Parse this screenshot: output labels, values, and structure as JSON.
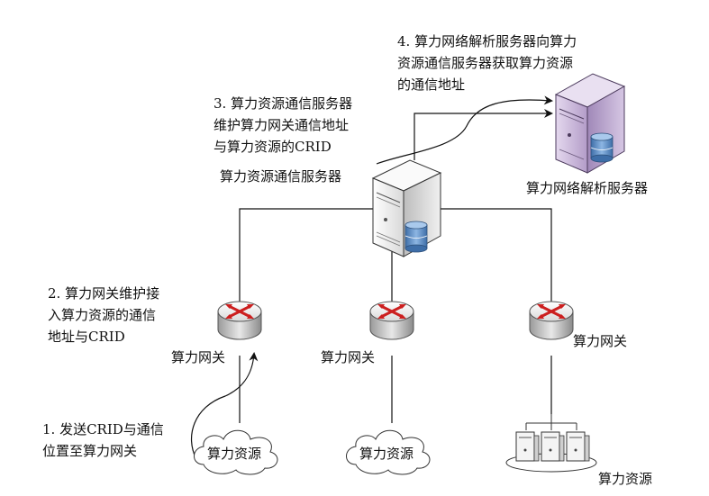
{
  "labels": {
    "step4": [
      "4. 算力网络解析服务器向算力",
      "资源通信服务器获取算力资源",
      "的通信地址"
    ],
    "step3": [
      "3. 算力资源通信服务器",
      "维护算力网关通信地址",
      "与算力资源的CRID"
    ],
    "step2": [
      "2. 算力网关维护接",
      "入算力资源的通信",
      "地址与CRID"
    ],
    "step1": [
      "1. 发送CRID与通信",
      "位置至算力网关"
    ],
    "comm_server": "算力资源通信服务器",
    "resolve_server": "算力网络解析服务器",
    "gateway_left": "算力网关",
    "gateway_mid": "算力网关",
    "gateway_right": "算力网关",
    "resource_left": "算力资源",
    "resource_mid": "算力资源",
    "resource_right": "算力资源"
  },
  "colors": {
    "router_arrow": "#cc1f1f",
    "server_light": "#f2f2f2",
    "resolve_server": "#c9b6d8",
    "db_blue": "#5b8fc9"
  }
}
